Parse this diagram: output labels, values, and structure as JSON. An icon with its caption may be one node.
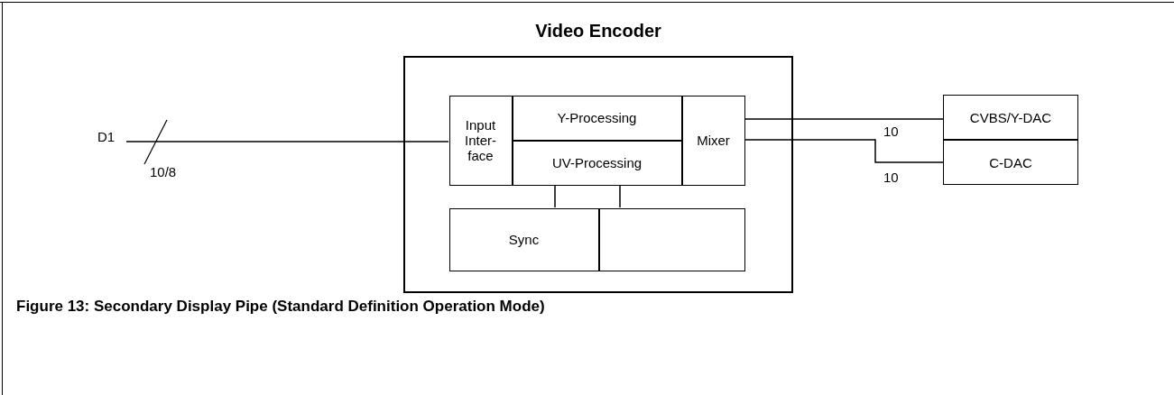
{
  "diagram": {
    "caption": "Figure 13: Secondary Display Pipe (Standard Definition Operation Mode)",
    "nodes": [
      {
        "text": [
          "Video Encoder"
        ]
      },
      {
        "text": [
          "Input Inter-face"
        ],
        "in": 0
      },
      {
        "text": [
          "Y-Processing"
        ],
        "in": 0
      },
      {
        "text": [
          "UV-Processing"
        ],
        "in": 0
      },
      {
        "text": [
          "Mixer"
        ],
        "in": 0
      },
      {
        "text": [
          "Sync"
        ],
        "in": 0
      },
      {
        "text": [],
        "shape": "box",
        "in": 0
      },
      {
        "text": [
          "D1"
        ]
      },
      {
        "text": [
          "CVBS/Y-DAC"
        ]
      },
      {
        "text": [
          "C-DAC"
        ]
      }
    ],
    "edges": [
      {
        "from": 7,
        "to": 1,
        "arrow": "none",
        "label": "10/8"
      },
      {
        "from": 4,
        "to": 8,
        "arrow": "none",
        "label": "10"
      },
      {
        "from": 4,
        "to": 9,
        "arrow": "none",
        "label": "10"
      },
      {
        "from": 3,
        "to": 5,
        "arrow": "none"
      },
      {
        "from": 3,
        "to": 6,
        "arrow": "none"
      }
    ]
  }
}
